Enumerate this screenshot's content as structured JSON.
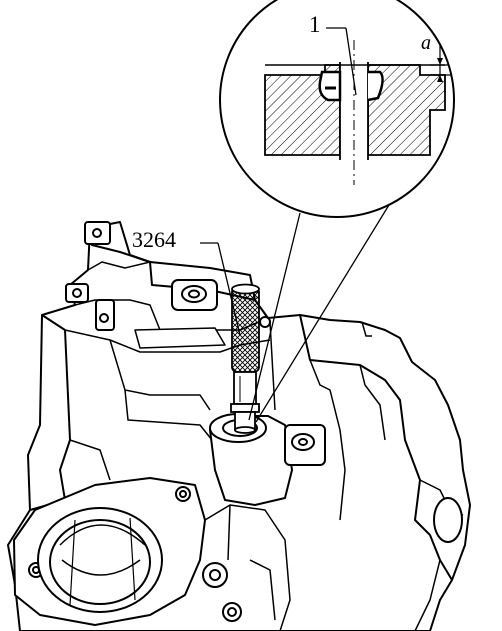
{
  "figure": {
    "callouts": {
      "seal_label": "1",
      "tool_label": "3264",
      "dimension_label": "a"
    },
    "colors": {
      "line": "#000000",
      "background": "#ffffff"
    }
  }
}
